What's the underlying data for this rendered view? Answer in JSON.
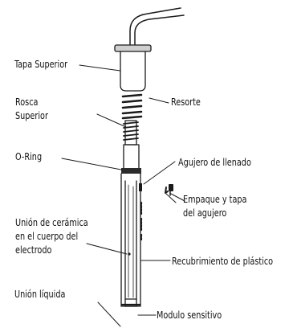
{
  "diagram": {
    "labels": {
      "top_cap": "Tapa Superior",
      "upper_thread": [
        "Rosca",
        "Superior"
      ],
      "o_ring": "O-Ring",
      "ceramic_junction": [
        "Unión de cerámica",
        "en el cuerpo del",
        "electrodo"
      ],
      "liquid_junction": "Unión líquida",
      "spring": "Resorte",
      "fill_hole": "Agujero de llenado",
      "hole_gasket_cap": [
        "Empaque y tapa",
        "del agujero"
      ],
      "plastic_coating": "Recubrimiento de plástico",
      "sensing_module": "Modulo sensitivo"
    }
  }
}
